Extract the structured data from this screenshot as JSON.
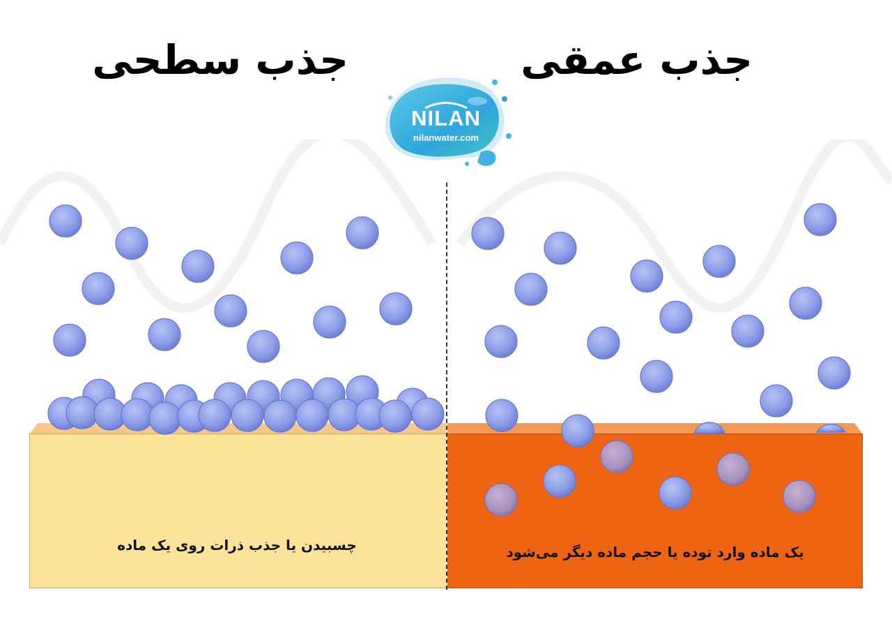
{
  "diagram": {
    "left_panel": {
      "title": "جذب سطحی",
      "caption": "چسبیدن یا جذب ذرات روی یک ماده",
      "substrate_color": "#fbe39a",
      "substrate_top_color": "#f6c98a"
    },
    "right_panel": {
      "title": "جذب عمقی",
      "caption": "یک ماده وارد توده یا حجم ماده دیگر می‌شود",
      "substrate_color": "#ee6412",
      "substrate_top_color": "#f59a55"
    },
    "logo": {
      "wordmark": "NILAN",
      "url": "nilanwater.com",
      "colors": [
        "#3fb6e6",
        "#4cc6c0",
        "#2e9fd8"
      ]
    },
    "particle_color": "#8e9ee8",
    "divider": "dashed-vertical"
  }
}
